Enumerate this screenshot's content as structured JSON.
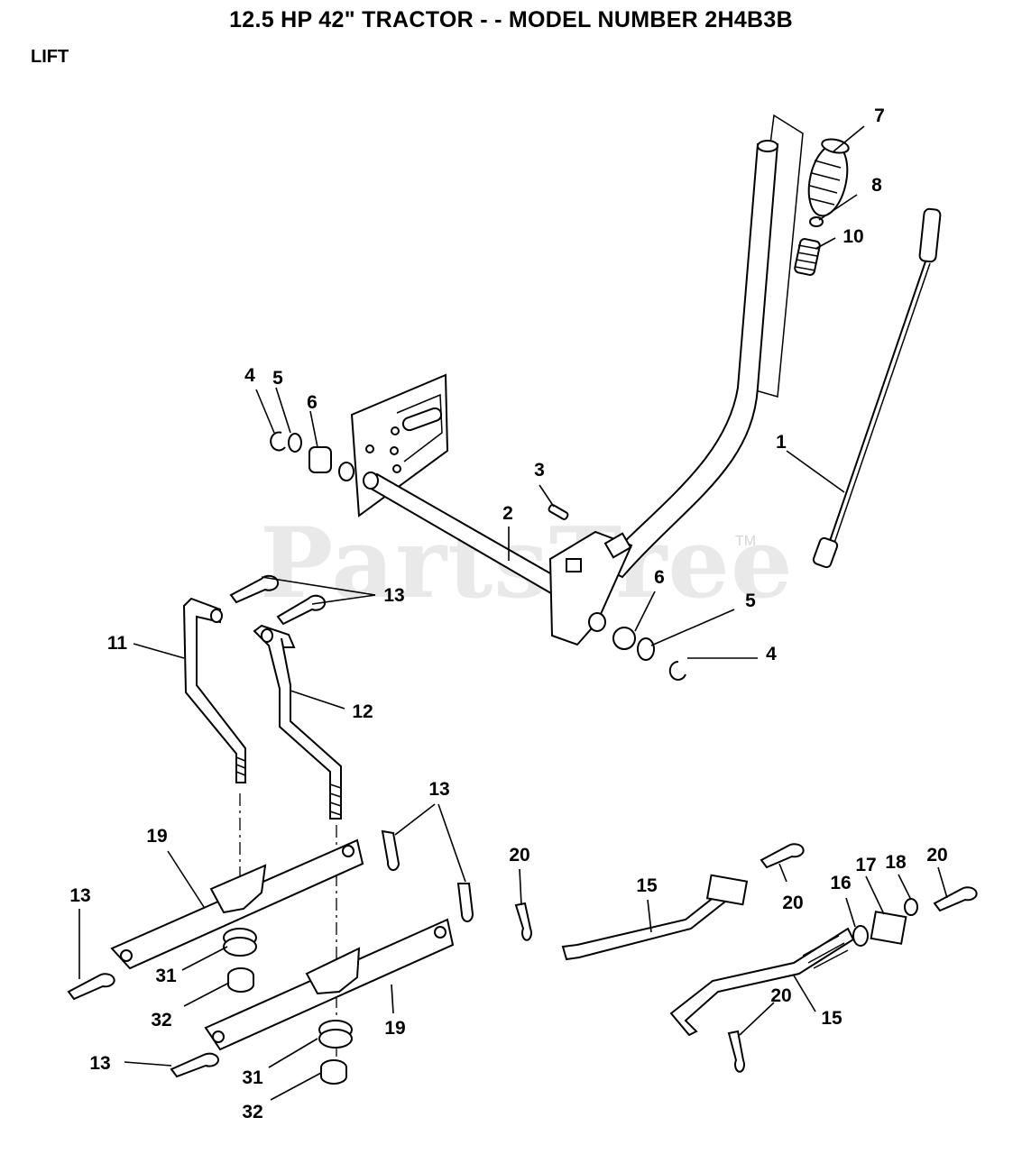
{
  "header": {
    "title": "12.5 HP 42\" TRACTOR - - MODEL NUMBER 2H4B3B",
    "section": "LIFT"
  },
  "watermark": {
    "text": "PartsTree",
    "trademark": "TM"
  },
  "callouts": [
    {
      "id": "c7",
      "text": "7"
    },
    {
      "id": "c8",
      "text": "8"
    },
    {
      "id": "c10",
      "text": "10"
    },
    {
      "id": "c4a",
      "text": "4"
    },
    {
      "id": "c5a",
      "text": "5"
    },
    {
      "id": "c6a",
      "text": "6"
    },
    {
      "id": "c1",
      "text": "1"
    },
    {
      "id": "c3",
      "text": "3"
    },
    {
      "id": "c2",
      "text": "2"
    },
    {
      "id": "c13a",
      "text": "13"
    },
    {
      "id": "c6b",
      "text": "6"
    },
    {
      "id": "c5b",
      "text": "5"
    },
    {
      "id": "c4b",
      "text": "4"
    },
    {
      "id": "c11",
      "text": "11"
    },
    {
      "id": "c12",
      "text": "12"
    },
    {
      "id": "c13b",
      "text": "13"
    },
    {
      "id": "c19a",
      "text": "19"
    },
    {
      "id": "c13c",
      "text": "13"
    },
    {
      "id": "c20a",
      "text": "20"
    },
    {
      "id": "c15a",
      "text": "15"
    },
    {
      "id": "c20b",
      "text": "20"
    },
    {
      "id": "c16",
      "text": "16"
    },
    {
      "id": "c17",
      "text": "17"
    },
    {
      "id": "c18",
      "text": "18"
    },
    {
      "id": "c20c",
      "text": "20"
    },
    {
      "id": "c31a",
      "text": "31"
    },
    {
      "id": "c32a",
      "text": "32"
    },
    {
      "id": "c19b",
      "text": "19"
    },
    {
      "id": "c20d",
      "text": "20"
    },
    {
      "id": "c15b",
      "text": "15"
    },
    {
      "id": "c13d",
      "text": "13"
    },
    {
      "id": "c31b",
      "text": "31"
    },
    {
      "id": "c32b",
      "text": "32"
    }
  ]
}
